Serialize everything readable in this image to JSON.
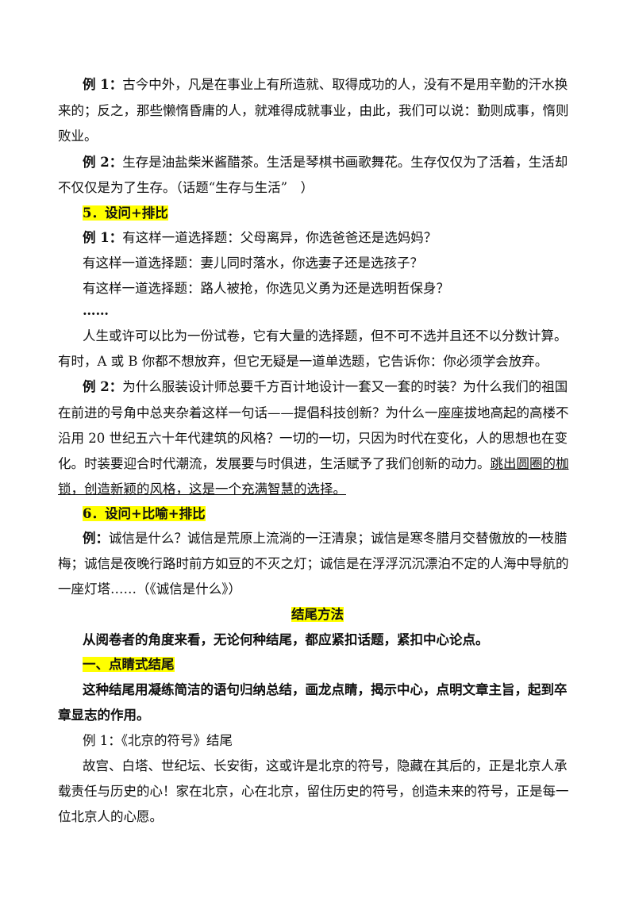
{
  "lines": [
    {
      "label": "例 1：",
      "text": "古今中外，凡是在事业上有所造就、取得成功的人，没有不是用辛勤的汗水换"
    },
    {
      "text": "来的；反之，那些懒惰昏庸的人，就难得成就事业，由此，我们可以说：勤则成事，惰则"
    },
    {
      "text": "败业。"
    },
    {
      "label": "例 2：",
      "text": "生存是油盐柴米酱醋茶。生活是琴棋书画歌舞花。生存仅仅为了活着，生活却"
    },
    {
      "text": "不仅仅是为了生存。（话题“生存与生活”　）"
    },
    {
      "heading": "5．设问+排比"
    },
    {
      "label": "例 1：",
      "text": "有这样一道选择题：父母离异，你选爸爸还是选妈妈？"
    },
    {
      "text": "有这样一道选择题：妻儿同时落水，你选妻子还是选孩子？"
    },
    {
      "text": "有这样一道选择题：路人被抢，你选见义勇为还是选明哲保身？"
    },
    {
      "text": "……"
    },
    {
      "text": "人生或许可以比为一份试卷，它有大量的选择题，但不可不选并且还不以分数计算。"
    },
    {
      "text": "有时，A 或 B 你都不想放弃，但它无疑是一道单选题，它告诉你：你必须学会放弃。"
    },
    {
      "label": "例 2：",
      "text": "为什么服装设计师总要千方百计地设计一套又一套的时装？为什么我们的祖国"
    },
    {
      "text": "在前进的号角中总夹杂着这样一句话——提倡科技创新？为什么一座座拔地高起的高楼不"
    },
    {
      "text": "沿用 20 世纪五六十年代建筑的风格？一切的一切，只因为时代在变化，人的思想也在变"
    },
    {
      "text": "化。时装要迎合时代潮流，发展要与时俱进，生活赋予了我们创新的动力。",
      "underlined": "跳出圆圈的枷"
    },
    {
      "underlined": "锁，创造新颖的风格，这是一个充满智慧的选择。"
    },
    {
      "heading": "6．设问+比喻+排比"
    },
    {
      "label": "例：",
      "text": "诚信是什么？诚信是荒原上流淌的一汪清泉；诚信是寒冬腊月交替傲放的一枝腊"
    },
    {
      "text": "梅；诚信是夜晚行路时前方如豆的不灭之灯；诚信是在浮浮沉沉漂泊不定的人海中导航的"
    },
    {
      "text": "一座灯塔……（《诚信是什么》）"
    },
    {
      "title": "结尾方法"
    },
    {
      "bold": "从阅卷者的角度来看，无论何种结尾，都应紧扣话题，紧扣中心论点。"
    },
    {
      "heading": "一、点睛式结尾"
    },
    {
      "bold": "这种结尾用凝练简洁的语句归纳总结，画龙点睛，揭示中心，点明文章主旨，起到卒"
    },
    {
      "bold": "章显志的作用。"
    },
    {
      "text": "例 1：《北京的符号》结尾"
    },
    {
      "text": "故宫、白塔、世纪坛、长安街，这或许是北京的符号，隐藏在其后的，正是北京人承"
    },
    {
      "text": "载责任与历史的心！家在北京，心在北京，留住历史的符号，创造未来的符号，正是每一"
    },
    {
      "text": "位北京人的心愿。"
    }
  ]
}
